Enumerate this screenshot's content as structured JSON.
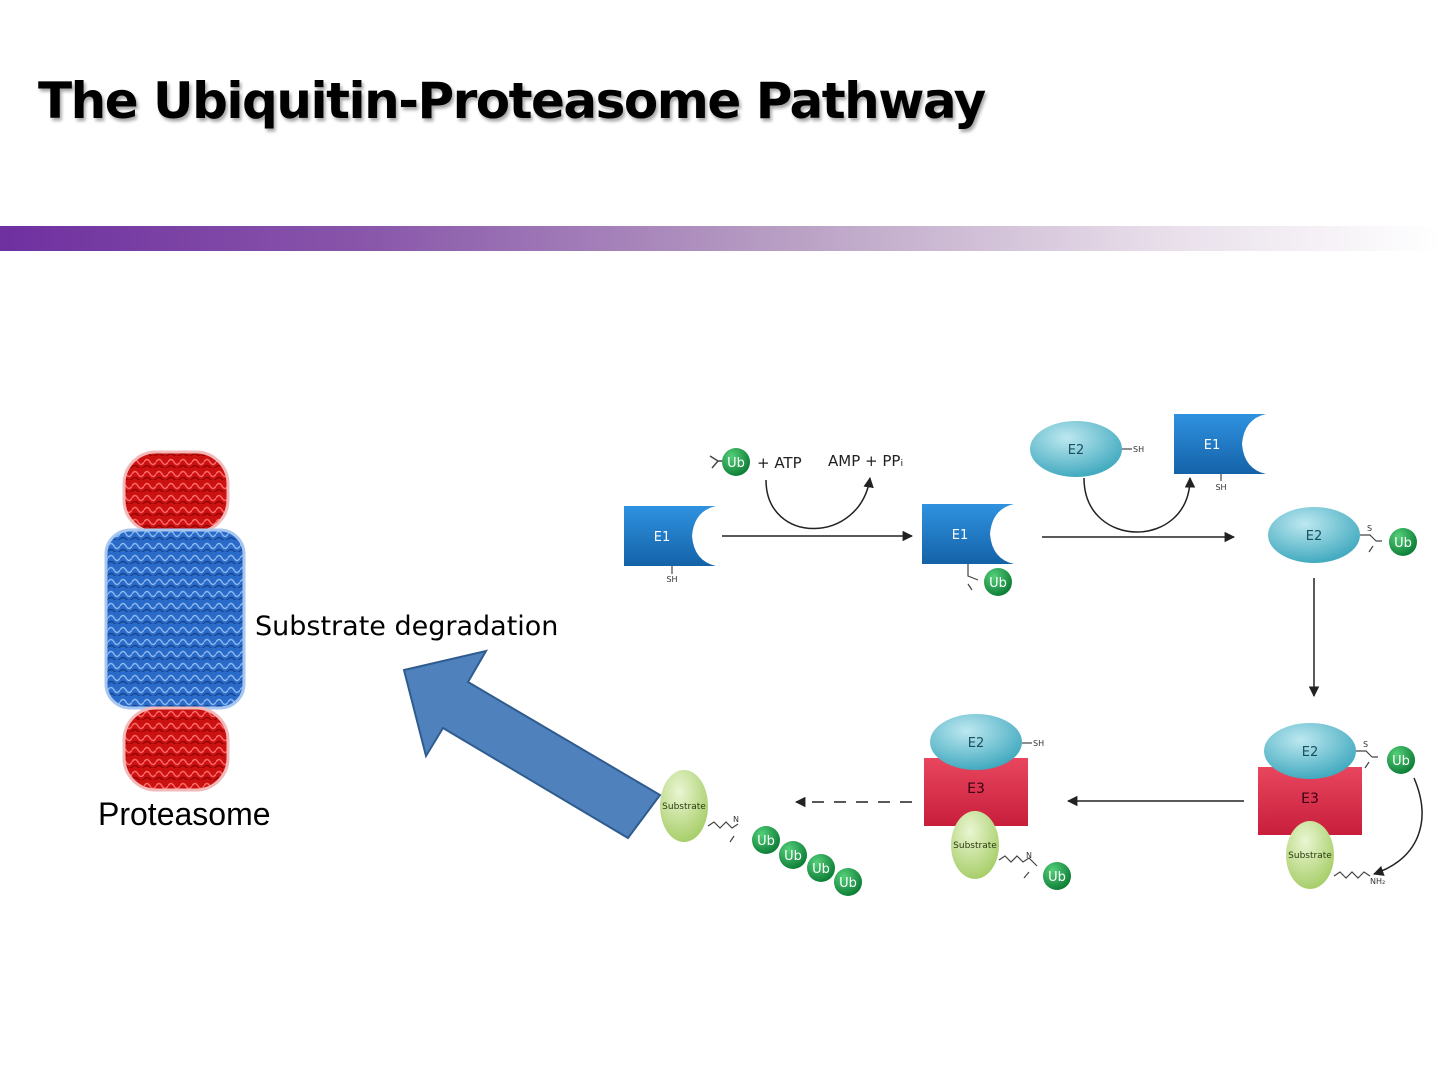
{
  "slide": {
    "title": "The Ubiquitin-Proteasome Pathway",
    "accent_gradient": [
      "#6f30a0",
      "#ffffff"
    ]
  },
  "labels": {
    "proteasome": "Proteasome",
    "substrate_degradation": "Substrate degradation"
  },
  "pathway": {
    "ub": "Ub",
    "e1": "E1",
    "e2": "E2",
    "e3": "E3",
    "substrate": "Substrate",
    "sh": "SH",
    "s": "S",
    "n": "N",
    "nh2": "NH₂",
    "atp": "+ ATP",
    "amp_ppi": "AMP + PPᵢ"
  },
  "colors": {
    "e1": "#1a78c8",
    "e2": "#4fb4c8",
    "e3": "#e0334f",
    "ub": "#109040",
    "substrate": "#b8d880",
    "big_arrow": "#4f81bd",
    "proteasome_alpha": "#cc1111",
    "proteasome_beta": "#2a6ac8"
  }
}
